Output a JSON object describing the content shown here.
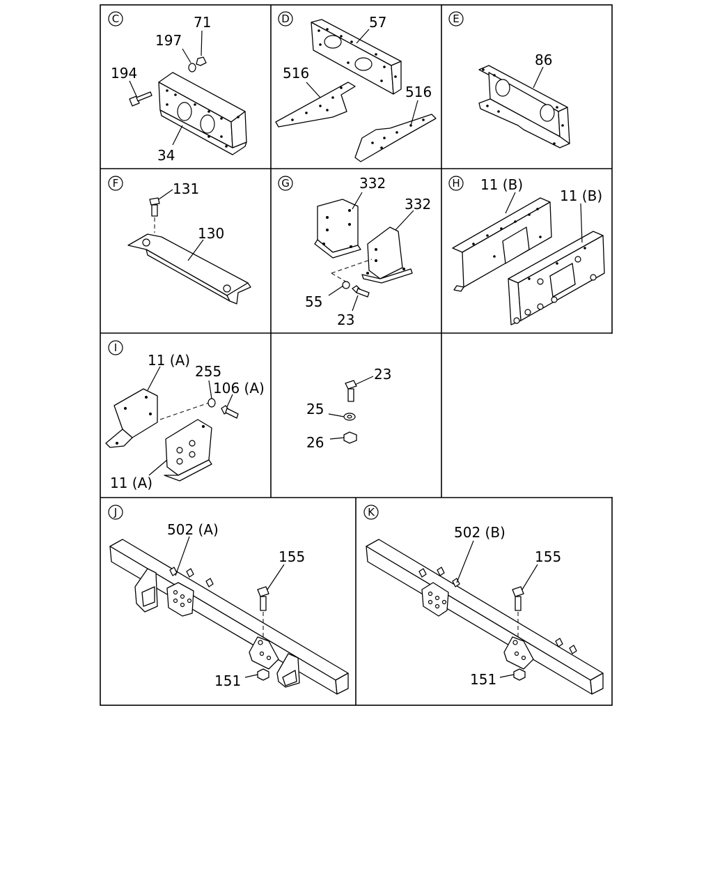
{
  "panels": {
    "C": {
      "letter": "C",
      "labels": [
        "71",
        "197",
        "194",
        "34"
      ]
    },
    "D": {
      "letter": "D",
      "labels": [
        "57",
        "516",
        "516"
      ]
    },
    "E": {
      "letter": "E",
      "labels": [
        "86"
      ]
    },
    "F": {
      "letter": "F",
      "labels": [
        "131",
        "130"
      ]
    },
    "G": {
      "letter": "G",
      "labels": [
        "332",
        "332",
        "55",
        "23"
      ]
    },
    "H": {
      "letter": "H",
      "labels": [
        "11 (B)",
        "11 (B)"
      ]
    },
    "I": {
      "letter": "I",
      "labels": [
        "11 (A)",
        "255",
        "106 (A)",
        "11 (A)"
      ]
    },
    "hw": {
      "labels": [
        "23",
        "25",
        "26"
      ]
    },
    "J": {
      "letter": "J",
      "labels": [
        "502 (A)",
        "155",
        "151"
      ]
    },
    "K": {
      "letter": "K",
      "labels": [
        "502 (B)",
        "155",
        "151"
      ]
    }
  }
}
